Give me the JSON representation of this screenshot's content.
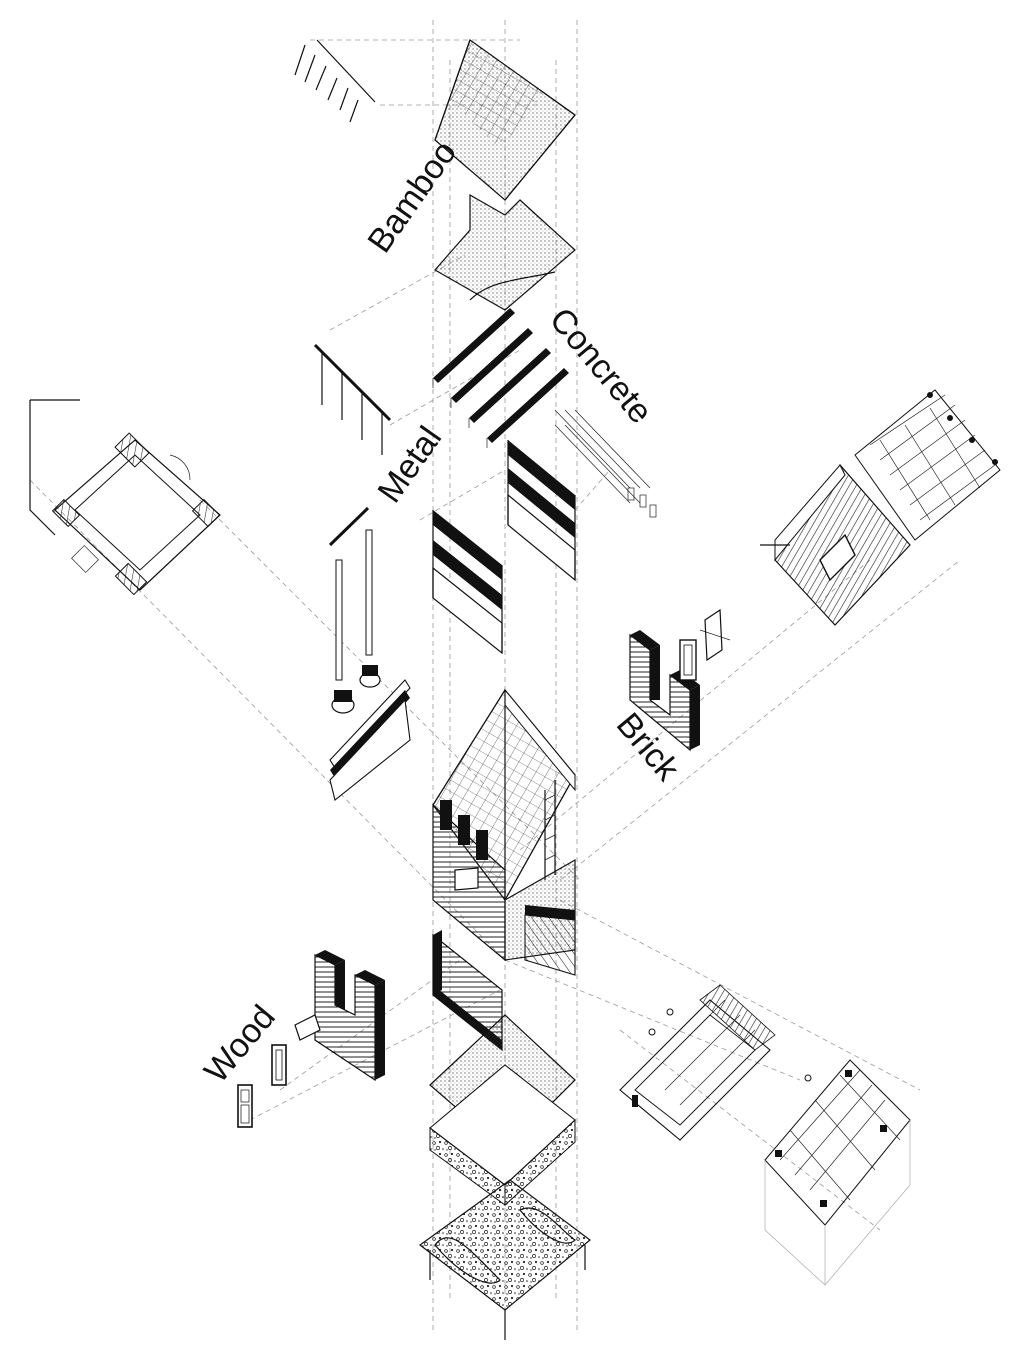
{
  "labels": {
    "bamboo": "Bamboo",
    "concrete": "Concrete",
    "metal": "Metal",
    "brick": "Brick",
    "wood": "Wood"
  },
  "colors": {
    "ink": "#111111",
    "guide": "#9a9a9a",
    "paper": "#ffffff"
  }
}
